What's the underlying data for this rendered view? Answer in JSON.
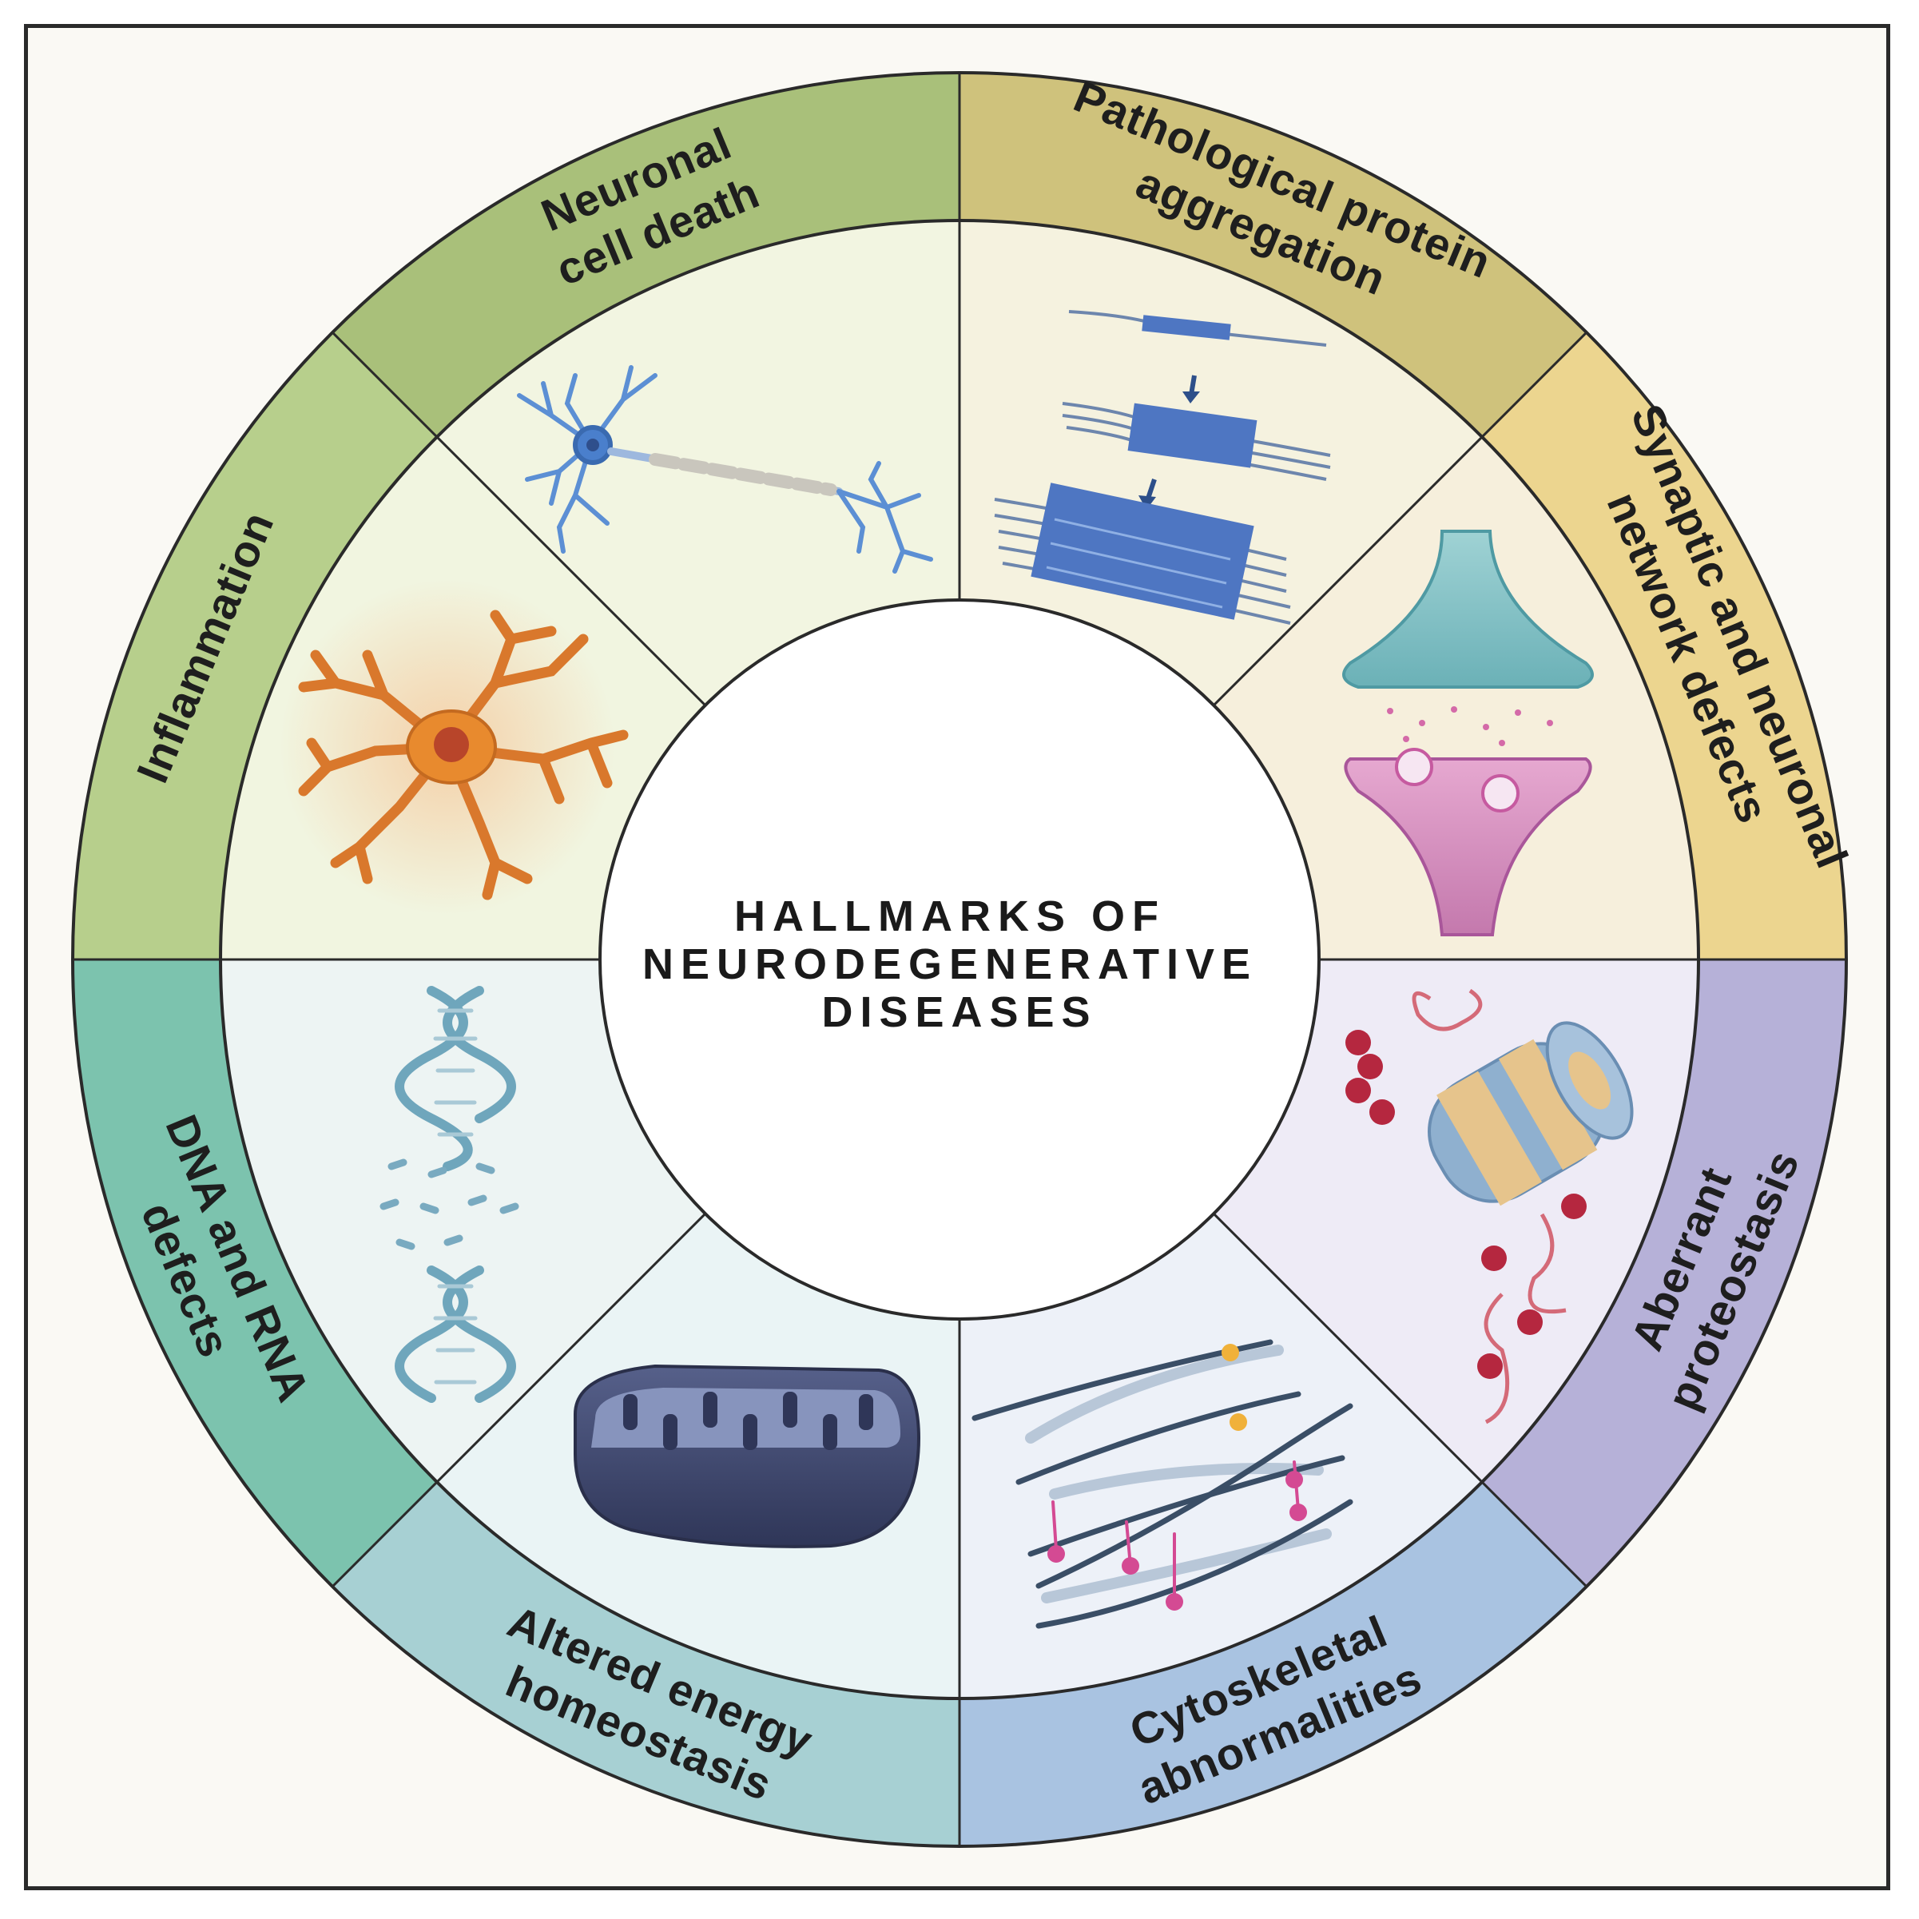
{
  "center": {
    "title_lines": [
      "HALLMARKS OF",
      "NEURODEGENERATIVE",
      "DISEASES"
    ]
  },
  "segments": [
    {
      "id": "neuronal-cell-death",
      "lines": [
        "Neuronal",
        "cell death"
      ],
      "band_color": "#a9c07a",
      "inner_color": "#f2f5e1",
      "icon": "neuron-icon"
    },
    {
      "id": "pathological-protein-aggregation",
      "lines": [
        "Pathological protein",
        "aggregation"
      ],
      "band_color": "#cfc27c",
      "inner_color": "#f5f2df",
      "icon": "protein-fibril-icon"
    },
    {
      "id": "synaptic-network-defects",
      "lines": [
        "Synaptic and neuronal",
        "network defects"
      ],
      "band_color": "#ecd58f",
      "inner_color": "#f6efdc",
      "icon": "synapse-icon"
    },
    {
      "id": "aberrant-proteostasis",
      "lines": [
        "Aberrant",
        "proteostasis"
      ],
      "band_color": "#b6b1d8",
      "inner_color": "#eeebf6",
      "icon": "proteasome-icon"
    },
    {
      "id": "cytoskeletal-abnormalities",
      "lines": [
        "Cytoskeletal",
        "abnormalities"
      ],
      "band_color": "#a9c3e1",
      "inner_color": "#edf1f8",
      "icon": "cytoskeleton-icon"
    },
    {
      "id": "altered-energy-homeostasis",
      "lines": [
        "Altered energy",
        "homeostasis"
      ],
      "band_color": "#a7d0d3",
      "inner_color": "#eaf4f5",
      "icon": "mitochondrion-icon"
    },
    {
      "id": "dna-rna-defects",
      "lines": [
        "DNA and RNA",
        "defects"
      ],
      "band_color": "#7cc3ae",
      "inner_color": "#edf4f3",
      "icon": "dna-helix-icon"
    },
    {
      "id": "inflammation",
      "lines": [
        "Inflammation"
      ],
      "band_color": "#b7cf8c",
      "inner_color": "#f1f5e0",
      "icon": "microglia-icon"
    }
  ]
}
